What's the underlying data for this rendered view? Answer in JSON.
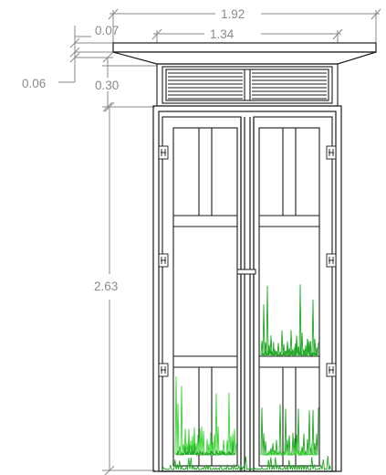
{
  "dimensions": {
    "canopy_width": "1.92",
    "louver_width": "1.34",
    "canopy_thickness": "0.07",
    "canopy_edge": "0.06",
    "louver_height": "0.30",
    "door_height": "2.63"
  },
  "colors": {
    "line": "#1a1a1a",
    "dimension": "#8a8a8a",
    "grass": "#3fd43a",
    "grass_dark": "#22a826",
    "background": "#ffffff"
  },
  "icons": [
    "hinge-icon",
    "door-handle-icon",
    "grass-icon"
  ]
}
